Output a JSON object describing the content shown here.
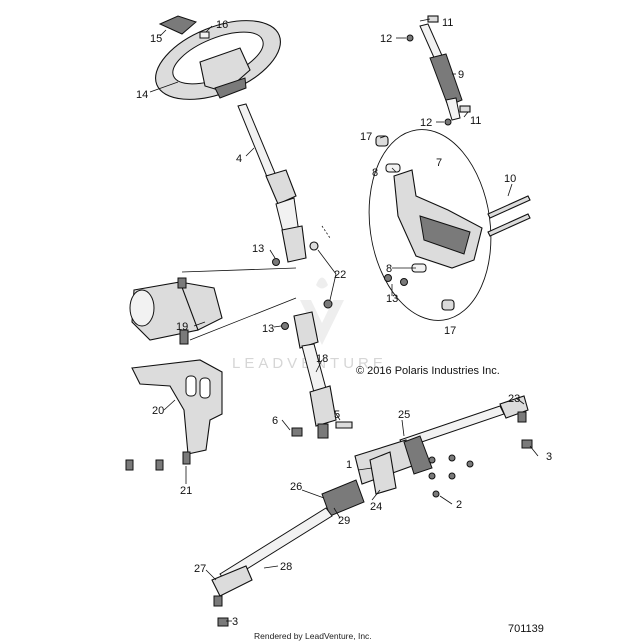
{
  "copyright": "© 2016 Polaris Industries Inc.",
  "diagram_number": "701139",
  "rendered_by": "Rendered by LeadVenture, Inc.",
  "watermark": "LEADVENTURE",
  "callouts": {
    "c1": "1",
    "c2": "2",
    "c3a": "3",
    "c3b": "3",
    "c4": "4",
    "c5": "5",
    "c6": "6",
    "c7": "7",
    "c8a": "8",
    "c8b": "8",
    "c9": "9",
    "c10": "10",
    "c11a": "11",
    "c11b": "11",
    "c12a": "12",
    "c12b": "12",
    "c13a": "13",
    "c13b": "13",
    "c13c": "13",
    "c14": "14",
    "c15": "15",
    "c16": "16",
    "c17a": "17",
    "c17b": "17",
    "c18": "18",
    "c19": "19",
    "c20": "20",
    "c21": "21",
    "c22": "22",
    "c23": "23",
    "c24": "24",
    "c25": "25",
    "c26": "26",
    "c27": "27",
    "c28": "28",
    "c29": "29"
  }
}
